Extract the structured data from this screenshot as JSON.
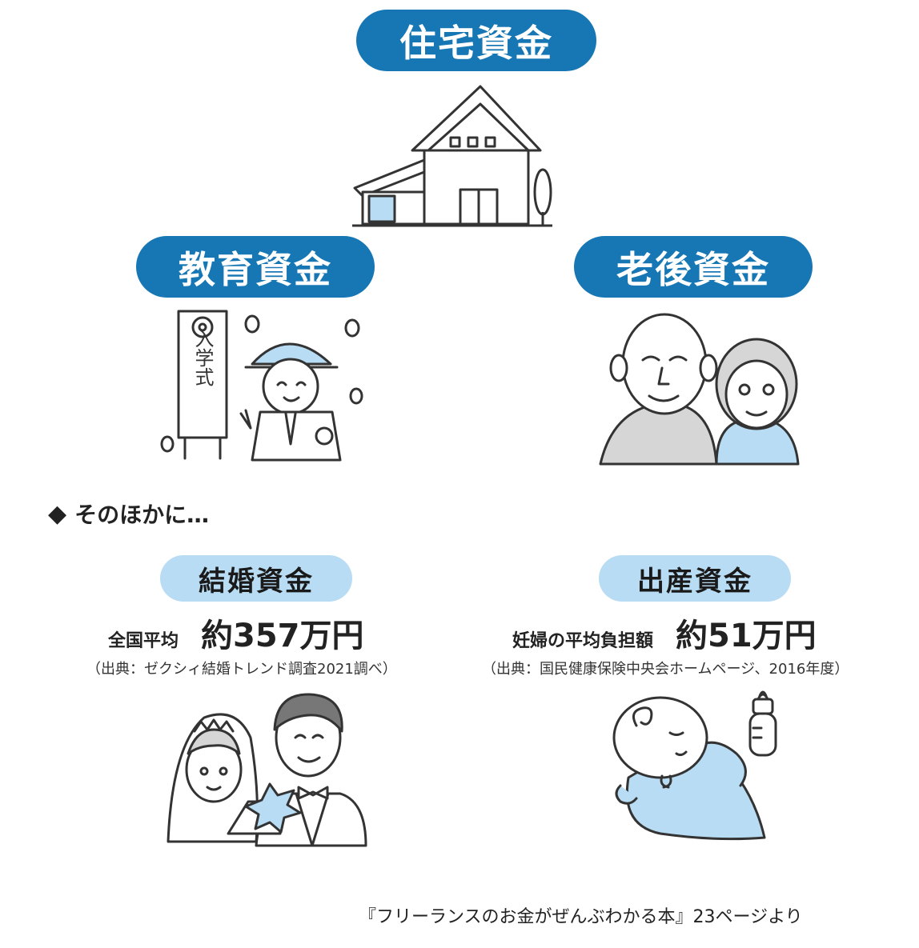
{
  "main": {
    "housing": {
      "label": "住宅資金"
    },
    "education": {
      "label": "教育資金"
    },
    "retirement": {
      "label": "老後資金"
    }
  },
  "education_sign": "入学式",
  "others": {
    "heading": "そのほかに…",
    "marker": "◆",
    "wedding": {
      "label": "結婚資金",
      "stat_label": "全国平均",
      "stat_value": "約357万円",
      "source": "（出典：ゼクシィ結婚トレンド調査2021調べ）"
    },
    "birth": {
      "label": "出産資金",
      "stat_label": "妊婦の平均負担額",
      "stat_value": "約51万円",
      "source": "（出典：国民健康保険中央会ホームページ、2016年度）"
    }
  },
  "credit": "『フリーランスのお金がぜんぶわかる本』23ページより",
  "colors": {
    "dark_pill": "#1677b4",
    "light_pill": "#b8dcf3",
    "illustration_accent": "#b8dcf3"
  }
}
